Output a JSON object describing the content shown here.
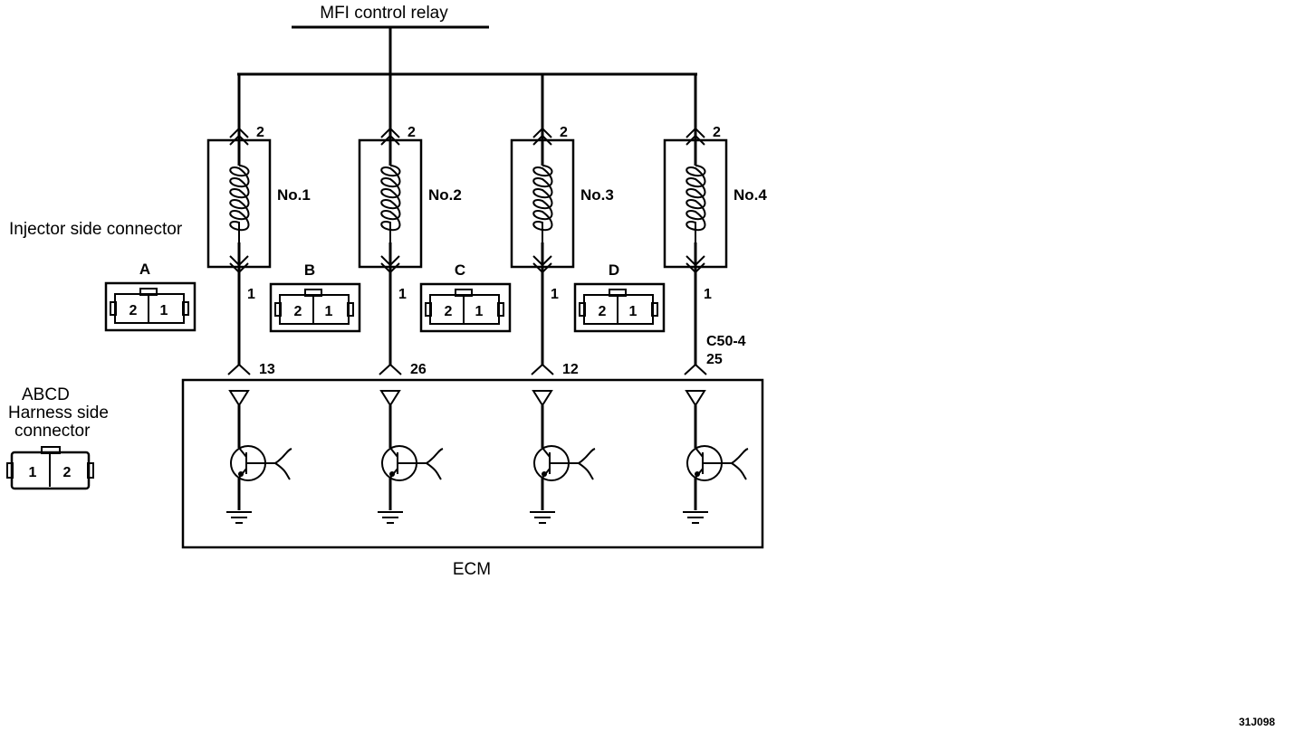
{
  "relay_label": "MFI control relay",
  "injector_side_label": "Injector side connector",
  "harness_side_label": [
    "ABCD",
    "Harness side",
    "connector"
  ],
  "ecm_label": "ECM",
  "figure_code": "31J098",
  "injectors": [
    {
      "name": "No.1",
      "connector": "A",
      "pin_top": "2",
      "pin_bottom": "1",
      "ecm_pin": "13",
      "ecm_connector": ""
    },
    {
      "name": "No.2",
      "connector": "B",
      "pin_top": "2",
      "pin_bottom": "1",
      "ecm_pin": "26",
      "ecm_connector": ""
    },
    {
      "name": "No.3",
      "connector": "C",
      "pin_top": "2",
      "pin_bottom": "1",
      "ecm_pin": "12",
      "ecm_connector": ""
    },
    {
      "name": "No.4",
      "connector": "D",
      "pin_top": "2",
      "pin_bottom": "1",
      "ecm_pin": "25",
      "ecm_connector": "C50-4"
    }
  ],
  "injector_connector_pins": [
    "2",
    "1"
  ],
  "harness_connector_pins": [
    "1",
    "2"
  ]
}
